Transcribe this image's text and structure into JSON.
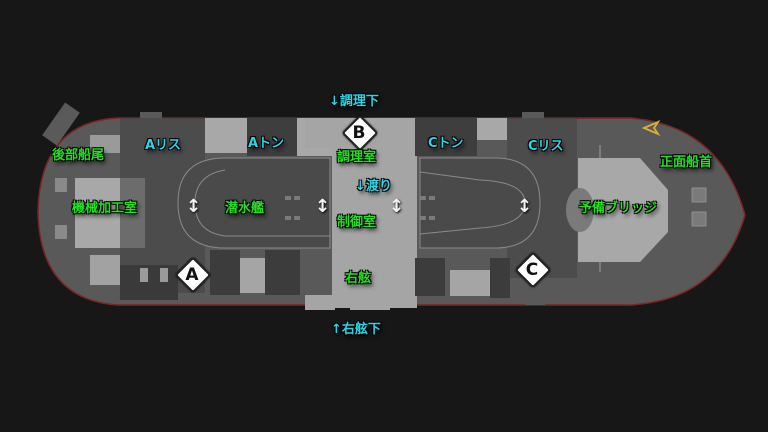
{
  "map": {
    "colors": {
      "background": "#161616",
      "hull": "#595959",
      "hull_outline": "#7a2626",
      "room_light": "#a8a8a8",
      "room_dark": "#3c3c3c",
      "label_green": "#22e022",
      "label_cyan": "#29d6e6",
      "player_marker": "#d9b13a"
    },
    "room_labels": [
      {
        "id": "stern",
        "text": "後部船尾",
        "color": "green"
      },
      {
        "id": "machine-shop",
        "text": "機械加工室",
        "color": "green"
      },
      {
        "id": "submarine",
        "text": "潜水艦",
        "color": "green"
      },
      {
        "id": "kitchen",
        "text": "調理室",
        "color": "green"
      },
      {
        "id": "control-room",
        "text": "制御室",
        "color": "green"
      },
      {
        "id": "starboard",
        "text": "右舷",
        "color": "green"
      },
      {
        "id": "spare-bridge",
        "text": "予備ブリッジ",
        "color": "green"
      },
      {
        "id": "bow",
        "text": "正面船首",
        "color": "green"
      }
    ],
    "spawn_labels": [
      {
        "id": "a-lis",
        "text": "Aリス"
      },
      {
        "id": "a-ton",
        "text": "Aトン"
      },
      {
        "id": "c-ton",
        "text": "Cトン"
      },
      {
        "id": "c-lis",
        "text": "Cリス"
      }
    ],
    "level_labels": {
      "kitchen_below": "↓調理下",
      "crossing": "↓渡り",
      "starboard_below": "↑右舷下"
    },
    "objectives": [
      {
        "id": "A",
        "label": "A"
      },
      {
        "id": "B",
        "label": "B"
      },
      {
        "id": "C",
        "label": "C"
      }
    ],
    "stair_icon": "↕"
  }
}
